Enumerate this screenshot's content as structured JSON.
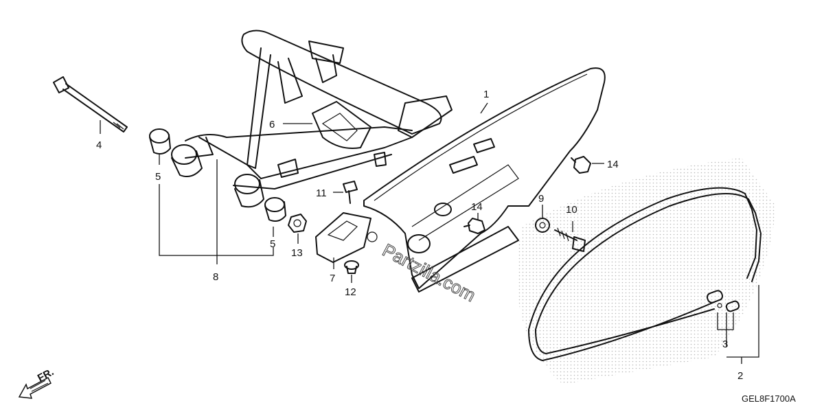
{
  "diagram": {
    "code": "GEL8F1700A",
    "front_label": "FR.",
    "watermark": "Partzilla.com",
    "callouts": [
      "1",
      "2",
      "3",
      "4",
      "5",
      "5",
      "6",
      "7",
      "8",
      "9",
      "10",
      "11",
      "12",
      "13",
      "14",
      "14"
    ]
  }
}
